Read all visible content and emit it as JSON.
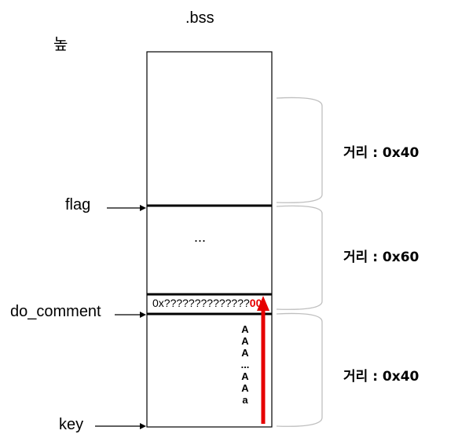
{
  "title": ".bss",
  "direction_label": "높",
  "pointers": {
    "flag": "flag",
    "do_comment": "do_comment",
    "key": "key"
  },
  "regions": {
    "ellipsis": "...",
    "do_comment_value": "0x??????????????",
    "do_comment_null": "00",
    "key_bytes": [
      "A",
      "A",
      "A",
      "...",
      "A",
      "A",
      "a"
    ]
  },
  "distances": [
    {
      "label": "거리 : 0x40"
    },
    {
      "label": "거리 : 0x60"
    },
    {
      "label": "거리 : 0x40"
    }
  ],
  "colors": {
    "overflow_arrow": "#e60000",
    "brace": "#bfbfbf"
  }
}
